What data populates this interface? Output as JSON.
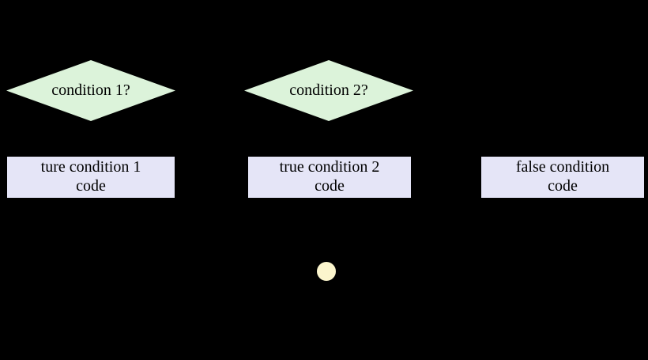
{
  "colors": {
    "background": "#000000",
    "decision_fill": "#dcf3da",
    "process_fill": "#e5e5f7",
    "end_node_fill": "#fbf5cd",
    "text": "#000000"
  },
  "diagram": {
    "decisions": [
      {
        "label": "condition 1?"
      },
      {
        "label": "condition 2?"
      }
    ],
    "processes": [
      {
        "line1": "ture condition 1",
        "line2": "code"
      },
      {
        "line1": "true condition 2",
        "line2": "code"
      },
      {
        "line1": "false condition",
        "line2": "code"
      }
    ]
  }
}
